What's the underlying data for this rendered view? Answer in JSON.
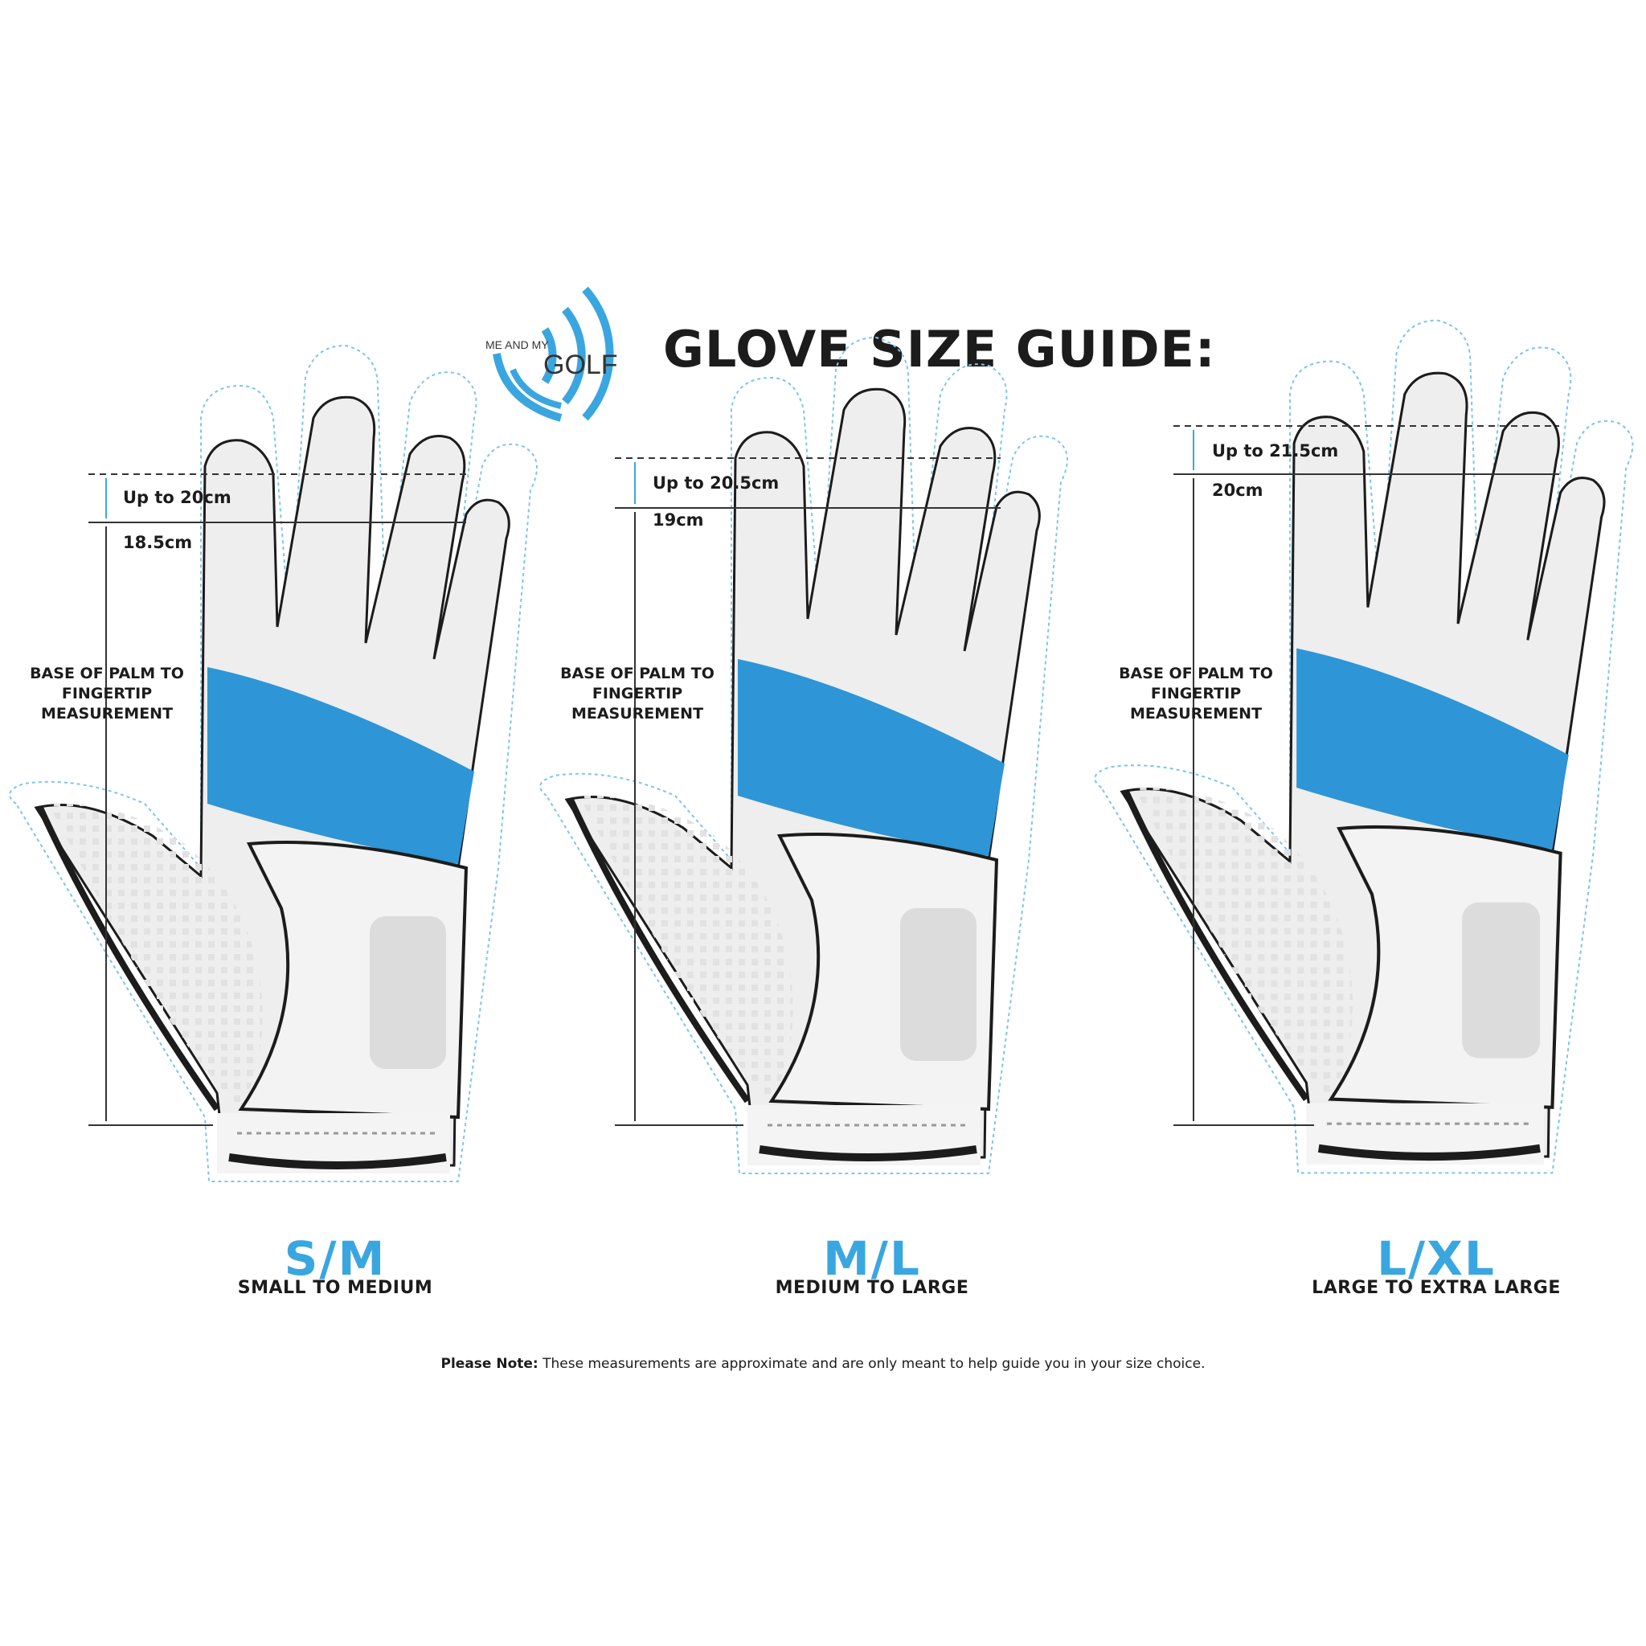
{
  "brand": {
    "logo_text_small": "ME AND MY",
    "logo_text_large": "GOLF",
    "accent_color": "#3aa6e0"
  },
  "title": "GLOVE SIZE GUIDE:",
  "measurement_label": "BASE OF PALM TO FINGERTIP MEASUREMENT",
  "gloves": [
    {
      "code": "S/M",
      "name": "SMALL TO MEDIUM",
      "max": "Up to 20cm",
      "min": "18.5cm"
    },
    {
      "code": "M/L",
      "name": "MEDIUM TO LARGE",
      "max": "Up to 20.5cm",
      "min": "19cm"
    },
    {
      "code": "L/XL",
      "name": "LARGE TO EXTRA LARGE",
      "max": "Up to 21.5cm",
      "min": "20cm"
    }
  ],
  "note": {
    "prefix": "Please Note:",
    "text": " These measurements are approximate and are only meant to help guide you in your size choice."
  }
}
